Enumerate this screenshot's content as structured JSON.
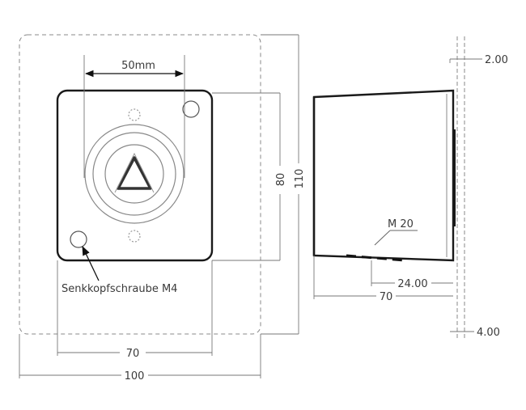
{
  "front_view": {
    "dim_top": "50mm",
    "dim_height_inner": "80",
    "dim_height_outer": "110",
    "dim_width_inner": "70",
    "dim_width_outer": "100",
    "screw_note": "Senkkopfschraube M4"
  },
  "side_view": {
    "thread_label": "M 20",
    "dim_depth_thread": "24.00",
    "dim_depth_total": "70",
    "dim_top_offset": "2.00",
    "dim_bottom_offset": "4.00"
  }
}
